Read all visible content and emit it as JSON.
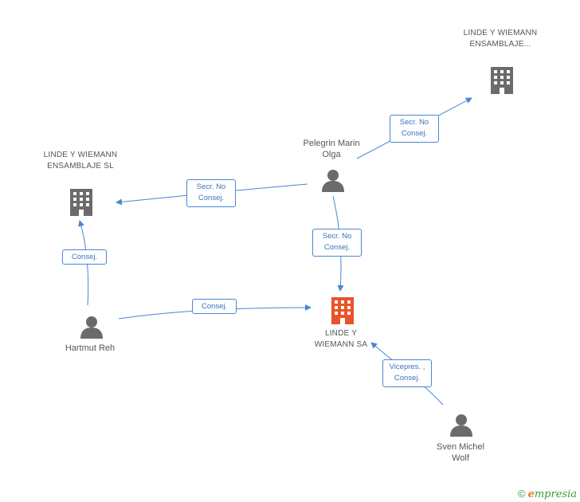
{
  "nodes": {
    "linde_top": {
      "label": "LINDE Y WIEMANN ENSAMBLAJE..."
    },
    "linde_left": {
      "label": "LINDE Y WIEMANN ENSAMBLAJE SL"
    },
    "linde_sa": {
      "label": "LINDE Y WIEMANN SA"
    },
    "pelegrin": {
      "label": "Pelegrin Marin Olga"
    },
    "hartmut": {
      "label": "Hartmut Reh"
    },
    "sven": {
      "label": "Sven Michel Wolf"
    }
  },
  "edges": {
    "e1": {
      "label": "Secr. No Consej."
    },
    "e2": {
      "label": "Secr. No Consej."
    },
    "e3": {
      "label": "Secr. No Consej."
    },
    "e4": {
      "label": "Consej."
    },
    "e5": {
      "label": "Consej."
    },
    "e6": {
      "label": "Vicepres. , Consej."
    }
  },
  "colors": {
    "edge": "#4a86d4",
    "building_gray": "#6b6b6b",
    "building_highlight": "#e8552a",
    "person": "#6b6b6b"
  },
  "footer": {
    "copyright": "©",
    "brand_first": "e",
    "brand_rest": "mpresia"
  }
}
